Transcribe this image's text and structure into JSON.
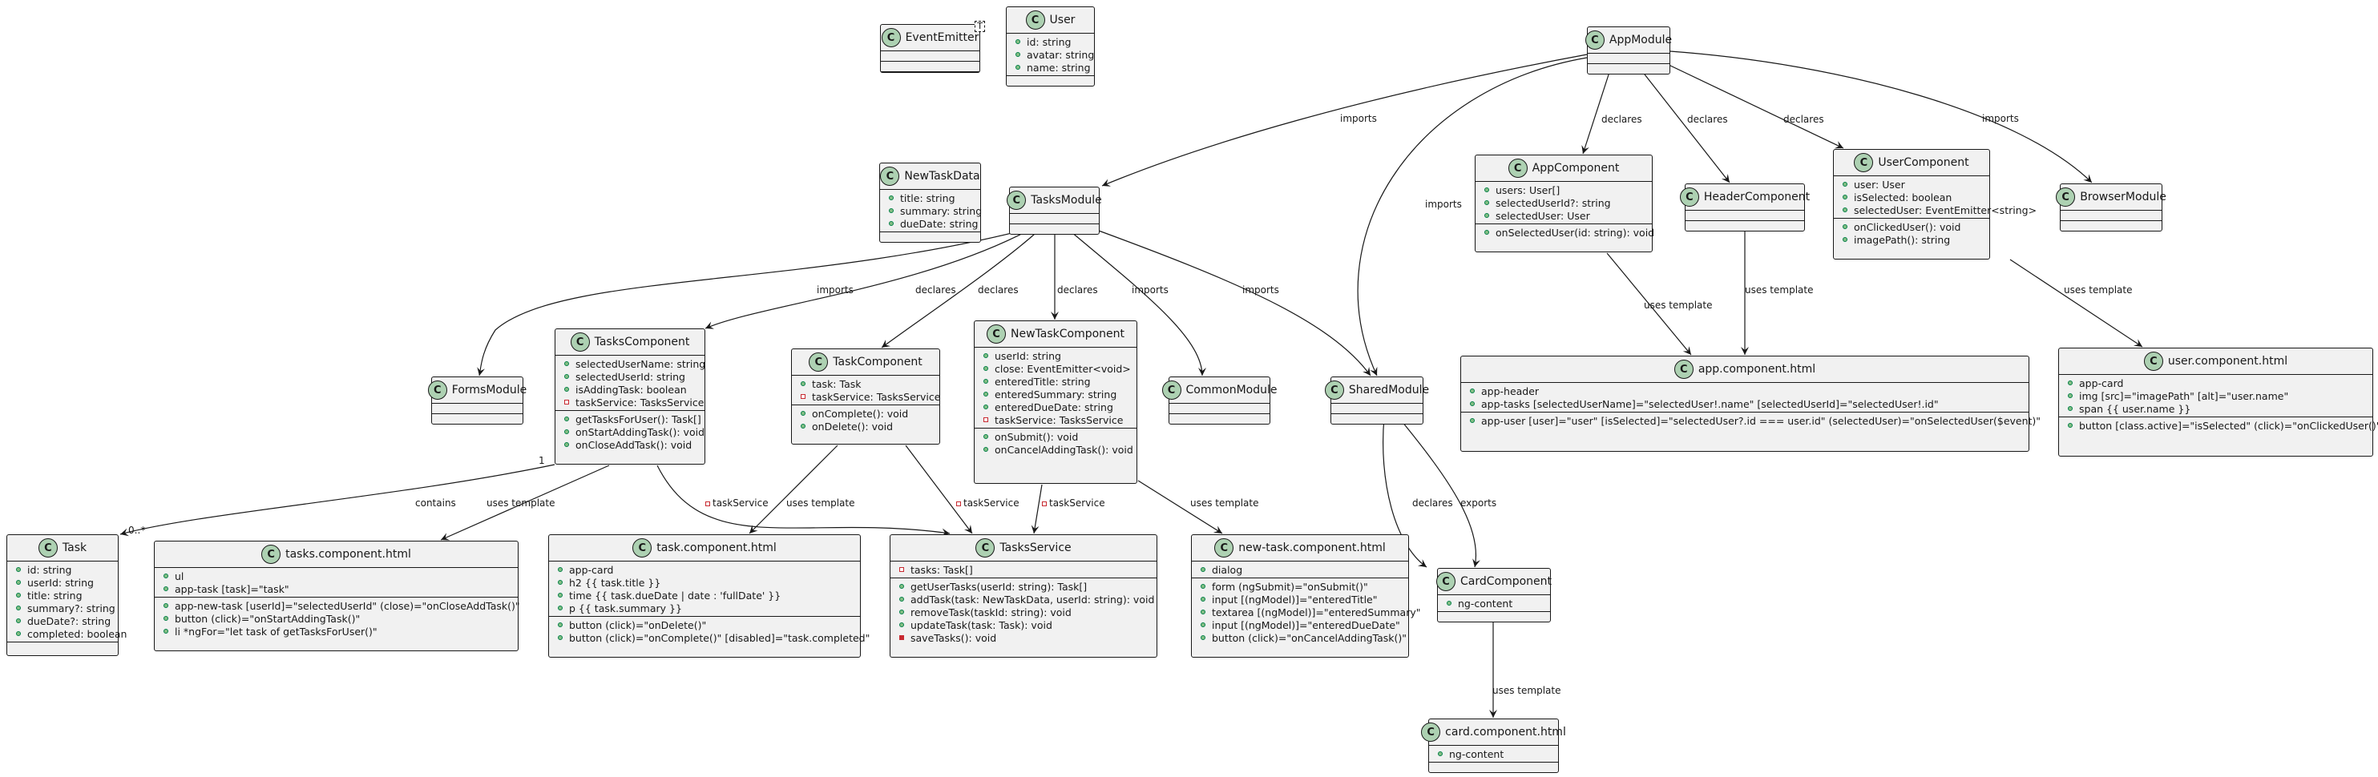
{
  "classes": {
    "EventEmitter": {
      "name": "EventEmitter",
      "type_param": "T",
      "fields": [],
      "methods": []
    },
    "User": {
      "name": "User",
      "fields": [
        "id: string",
        "avatar: string",
        "name: string"
      ],
      "methods": []
    },
    "AppModule": {
      "name": "AppModule",
      "fields": [],
      "methods": []
    },
    "NewTaskData": {
      "name": "NewTaskData",
      "fields": [
        "title: string",
        "summary: string",
        "dueDate: string"
      ],
      "methods": []
    },
    "TasksModule": {
      "name": "TasksModule",
      "fields": [],
      "methods": []
    },
    "AppComponent": {
      "name": "AppComponent",
      "fields": [
        "users: User[]",
        "selectedUserId?: string",
        "selectedUser: User"
      ],
      "methods": [
        "onSelectedUser(id: string): void"
      ]
    },
    "HeaderComponent": {
      "name": "HeaderComponent",
      "fields": [],
      "methods": []
    },
    "UserComponent": {
      "name": "UserComponent",
      "fields": [
        "user: User",
        "isSelected: boolean",
        "selectedUser: EventEmitter<string>"
      ],
      "methods": [
        "onClickedUser(): void",
        "imagePath(): string"
      ]
    },
    "BrowserModule": {
      "name": "BrowserModule",
      "fields": [],
      "methods": []
    },
    "FormsModule": {
      "name": "FormsModule",
      "fields": [],
      "methods": []
    },
    "TasksComponent": {
      "name": "TasksComponent",
      "fields": [
        "selectedUserName: string",
        "selectedUserId: string",
        "isAddingTask: boolean",
        "taskService: TasksService"
      ],
      "private_fields": [
        3
      ],
      "methods": [
        "getTasksForUser(): Task[]",
        "onStartAddingTask(): void",
        "onCloseAddTask(): void"
      ]
    },
    "TaskComponent": {
      "name": "TaskComponent",
      "fields": [
        "task: Task",
        "taskService: TasksService"
      ],
      "private_fields": [
        1
      ],
      "methods": [
        "onComplete(): void",
        "onDelete(): void"
      ]
    },
    "NewTaskComponent": {
      "name": "NewTaskComponent",
      "fields": [
        "userId: string",
        "close: EventEmitter<void>",
        "enteredTitle: string",
        "enteredSummary: string",
        "enteredDueDate: string",
        "taskService: TasksService"
      ],
      "private_fields": [
        5
      ],
      "methods": [
        "onSubmit(): void",
        "onCancelAddingTask(): void"
      ]
    },
    "CommonModule": {
      "name": "CommonModule",
      "fields": [],
      "methods": []
    },
    "SharedModule": {
      "name": "SharedModule",
      "fields": [],
      "methods": []
    },
    "AppComponentHtml": {
      "name": "app.component.html",
      "fields": [
        "app-header",
        "app-tasks [selectedUserName]=\"selectedUser!.name\" [selectedUserId]=\"selectedUser!.id\""
      ],
      "methods": [
        "app-user [user]=\"user\" [isSelected]=\"selectedUser?.id === user.id\" (selectedUser)=\"onSelectedUser($event)\""
      ]
    },
    "UserComponentHtml": {
      "name": "user.component.html",
      "fields": [
        "app-card",
        "img [src]=\"imagePath\" [alt]=\"user.name\"",
        "span {{ user.name }}"
      ],
      "methods": [
        "button [class.active]=\"isSelected\" (click)=\"onClickedUser()\""
      ]
    },
    "Task": {
      "name": "Task",
      "fields": [
        "id: string",
        "userId: string",
        "title: string",
        "summary?: string",
        "dueDate?: string",
        "completed: boolean"
      ],
      "methods": []
    },
    "TasksComponentHtml": {
      "name": "tasks.component.html",
      "fields": [
        "ul",
        "app-task [task]=\"task\""
      ],
      "methods": [
        "app-new-task [userId]=\"selectedUserId\" (close)=\"onCloseAddTask()\"",
        "button (click)=\"onStartAddingTask()\"",
        "li *ngFor=\"let task of getTasksForUser()\""
      ]
    },
    "TaskComponentHtml": {
      "name": "task.component.html",
      "fields": [
        "app-card",
        "h2 {{ task.title }}",
        "time {{ task.dueDate | date : 'fullDate' }}",
        "p {{ task.summary }}"
      ],
      "methods": [
        "button (click)=\"onDelete()\"",
        "button (click)=\"onComplete()\" [disabled]=\"task.completed\""
      ]
    },
    "TasksService": {
      "name": "TasksService",
      "fields": [
        "tasks: Task[]"
      ],
      "private_fields": [
        0
      ],
      "methods": [
        "getUserTasks(userId: string): Task[]",
        "addTask(task: NewTaskData, userId: string): void",
        "removeTask(taskId: string): void",
        "updateTask(task: Task): void",
        "saveTasks(): void"
      ],
      "private_methods": [
        4
      ]
    },
    "NewTaskComponentHtml": {
      "name": "new-task.component.html",
      "fields": [
        "dialog"
      ],
      "methods": [
        "form (ngSubmit)=\"onSubmit()\"",
        "input [(ngModel)]=\"enteredTitle\"",
        "textarea [(ngModel)]=\"enteredSummary\"",
        "input [(ngModel)]=\"enteredDueDate\"",
        "button (click)=\"onCancelAddingTask()\""
      ]
    },
    "CardComponent": {
      "name": "CardComponent",
      "fields": [
        "ng-content"
      ],
      "methods": []
    },
    "CardComponentHtml": {
      "name": "card.component.html",
      "fields": [
        "ng-content"
      ],
      "methods": []
    }
  },
  "edge_labels": {
    "app_imports_tasks": "imports",
    "app_imports_shared": "imports",
    "app_declares_appcomp": "declares",
    "app_declares_header": "declares",
    "app_declares_user": "declares",
    "app_imports_browser": "imports",
    "tasks_imports_forms": "imports",
    "tasks_declares_taskscomp": "declares",
    "tasks_declares_taskcomp": "declares",
    "tasks_declares_newtask": "declares",
    "tasks_imports_common": "imports",
    "tasks_imports_shared": "imports",
    "appcomp_uses_template": "uses template",
    "header_uses_template": "uses template",
    "usercomp_uses_template": "uses template",
    "taskscomp_contains": "contains",
    "mult_one": "1",
    "mult_many": "0..*",
    "taskscomp_uses_template": "uses template",
    "taskscomp_taskservice": "taskService",
    "taskcomp_uses_template": "uses template",
    "taskcomp_taskservice": "taskService",
    "newtask_taskservice": "taskService",
    "newtask_uses_template": "uses template",
    "shared_declares_card": "declares",
    "shared_exports_card": "exports",
    "card_uses_template": "uses template"
  },
  "colors": {
    "class_fill": "#f1f1f1",
    "badge": "#add1b2",
    "line": "#181818",
    "public": "#84be84",
    "private": "#c82930"
  }
}
